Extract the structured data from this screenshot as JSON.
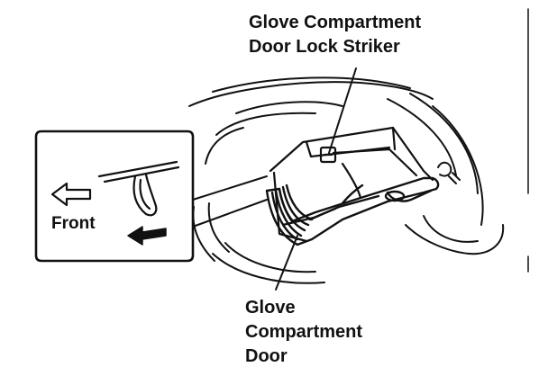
{
  "labels": {
    "striker_line1": "Glove Compartment",
    "striker_line2": "Door Lock Striker",
    "door_line1": "Glove",
    "door_line2": "Compartment",
    "door_line3": "Door",
    "front": "Front"
  },
  "colors": {
    "ink": "#111111",
    "paper": "#ffffff"
  },
  "icons": {
    "front_arrow": "hollow-left-arrow",
    "motion_arrow": "solid-left-arrow"
  }
}
